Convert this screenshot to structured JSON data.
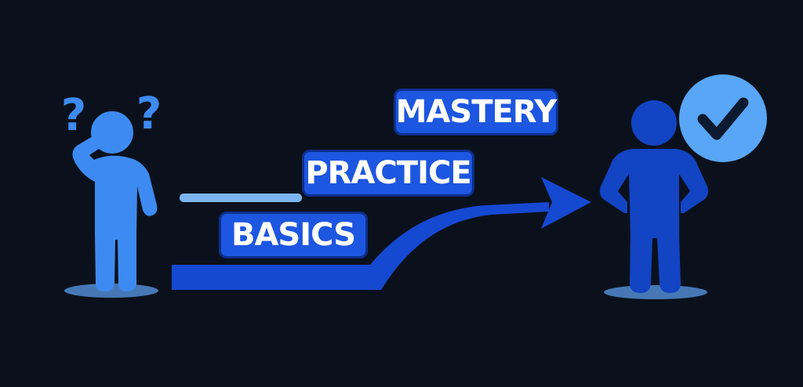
{
  "diagram": {
    "stages": [
      {
        "label": "BASICS"
      },
      {
        "label": "PRACTICE"
      },
      {
        "label": "MASTERY"
      }
    ],
    "start_figure": {
      "icon": "confused-person-icon",
      "marks": "question-mark-icon"
    },
    "end_figure": {
      "icon": "confident-person-icon",
      "badge": "checkmark-icon"
    },
    "connector": "arrow-icon"
  },
  "colors": {
    "background": "#0b111c",
    "light_blue": "#3d8bf2",
    "mid_blue": "#1d56e0",
    "deep_blue": "#1244c4",
    "badge_blue": "#58a6f5",
    "check_dark": "#0b1a2e"
  }
}
